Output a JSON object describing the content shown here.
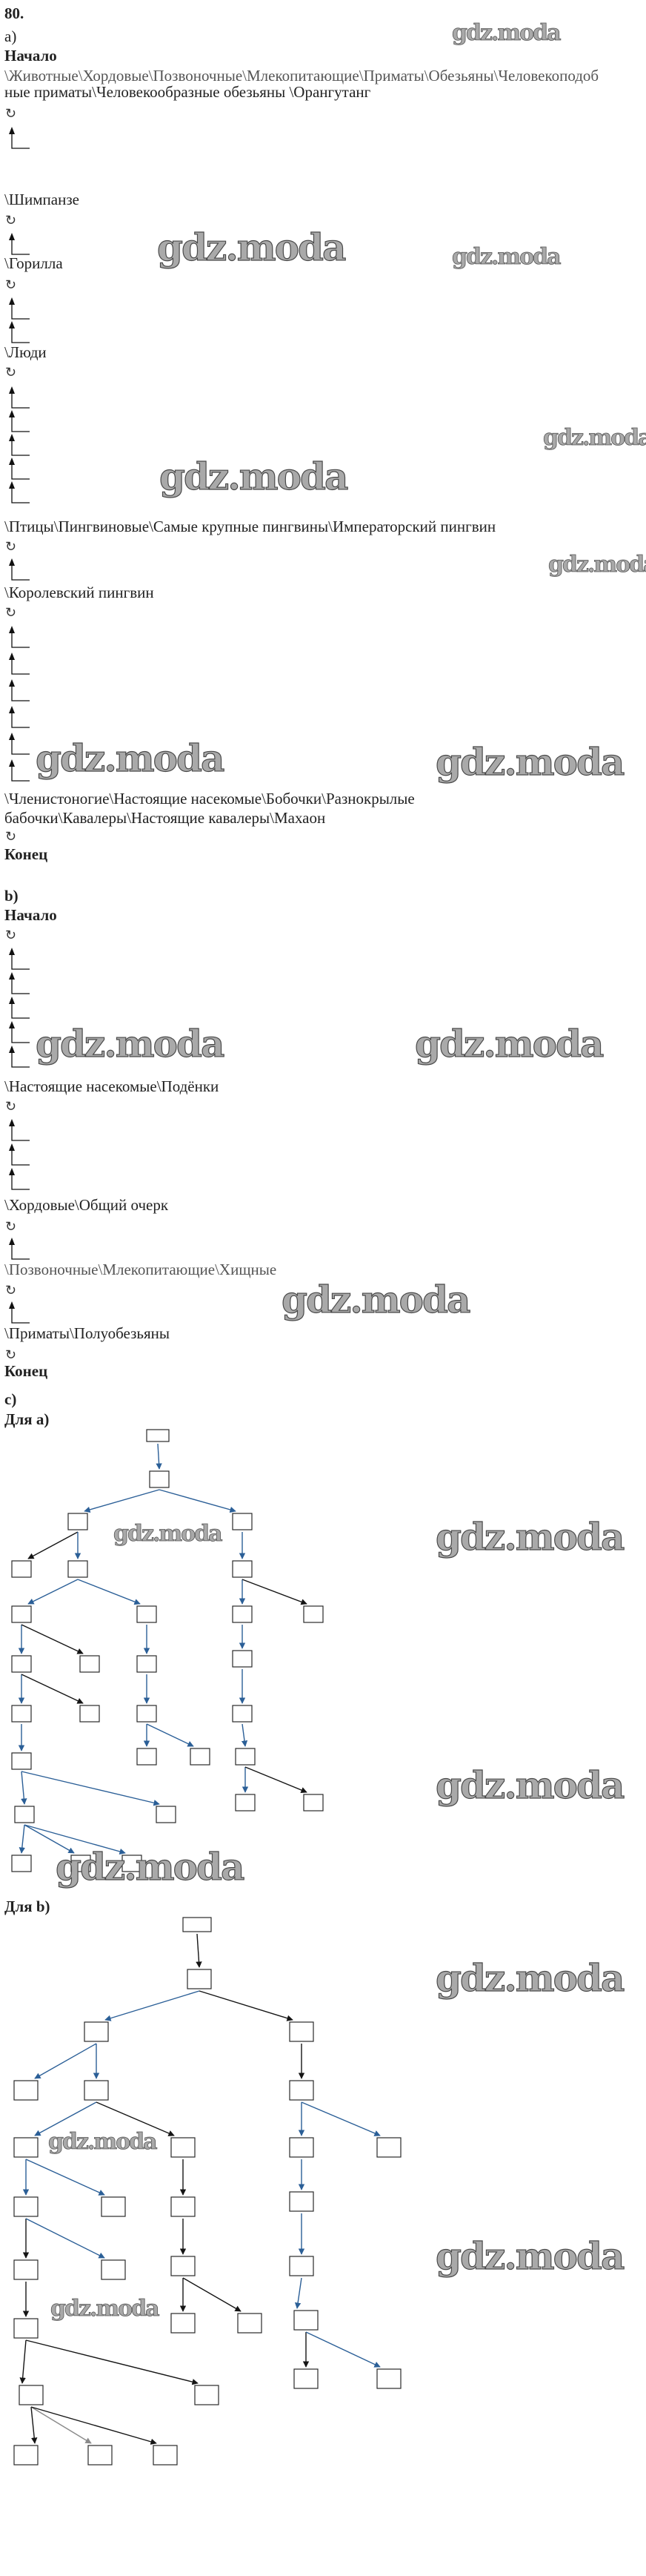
{
  "task_number": "80.",
  "part_a": {
    "label": "a)",
    "start": "Начало",
    "path_line1": "\\Животные\\Хордовые\\Позвоночные\\Млекопитающие\\Приматы\\Обезьяны\\Человекоподоб",
    "path_line2": "ные приматы\\Человекообразные обезьяны \\Орангутанг",
    "loop_symbol": "↻",
    "step_chimp": "\\Шимпанзе",
    "step_gorilla": "\\Горилла",
    "step_people": "\\Люди",
    "step_birds": "\\Птицы\\Пингвиновые\\Самые крупные пингвины\\Императорский пингвин",
    "step_king": "\\Королевский пингвин",
    "step_arthropods_line1": "\\Членистоногие\\Настоящие насекомые\\Бобочки\\Разнокрылые",
    "step_arthropods_line2": "бабочки\\Кавалеры\\Настоящие кавалеры\\Махаон",
    "end": "Конец"
  },
  "part_b": {
    "label": "b)",
    "start": "Начало",
    "step_mayflies": "\\Настоящие насекомые\\Подёнки",
    "step_chordates": "\\Хордовые\\Общий очерк",
    "step_predators": "\\Позвоночные\\Млекопитающие\\Хищные",
    "step_prosimians": "\\Приматы\\Полуобезьяны",
    "end": "Конец"
  },
  "part_c": {
    "label": "c)",
    "for_a": "Для a)",
    "for_b": "Для b)"
  },
  "watermark": "gdz.moda",
  "colors": {
    "edge_blue": "#2b5f97",
    "edge_black": "#151515",
    "edge_grey": "#8a8a8a",
    "box_border": "#2a2a2a"
  }
}
